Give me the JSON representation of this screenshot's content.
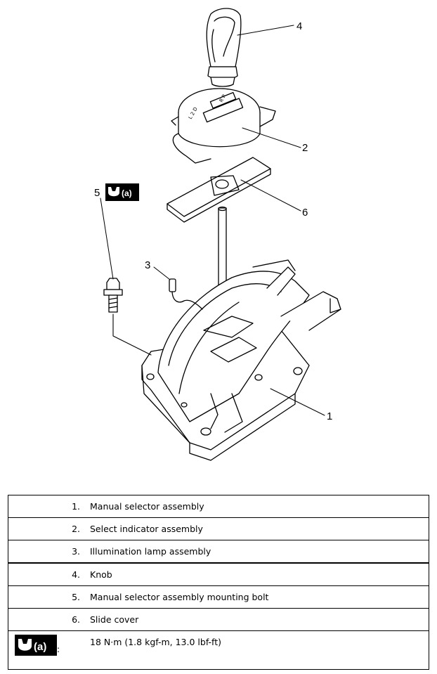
{
  "callouts": {
    "c1": "1",
    "c2": "2",
    "c3": "3",
    "c4": "4",
    "c5": "5",
    "c6": "6"
  },
  "torque_symbol": {
    "icon": "torque-wrench-icon",
    "label": "(a)"
  },
  "legend": {
    "items": [
      {
        "num": "1.",
        "text": "Manual selector assembly"
      },
      {
        "num": "2.",
        "text": "Select indicator assembly"
      },
      {
        "num": "3.",
        "text": "Illumination lamp assembly"
      },
      {
        "num": "4.",
        "text": "Knob"
      },
      {
        "num": "5.",
        "text": "Manual selector assembly mounting bolt"
      },
      {
        "num": "6.",
        "text": "Slide cover"
      }
    ],
    "torque_separator": ":",
    "torque_value": "18 N·m (1.8 kgf-m, 13.0 lbf-ft)"
  }
}
